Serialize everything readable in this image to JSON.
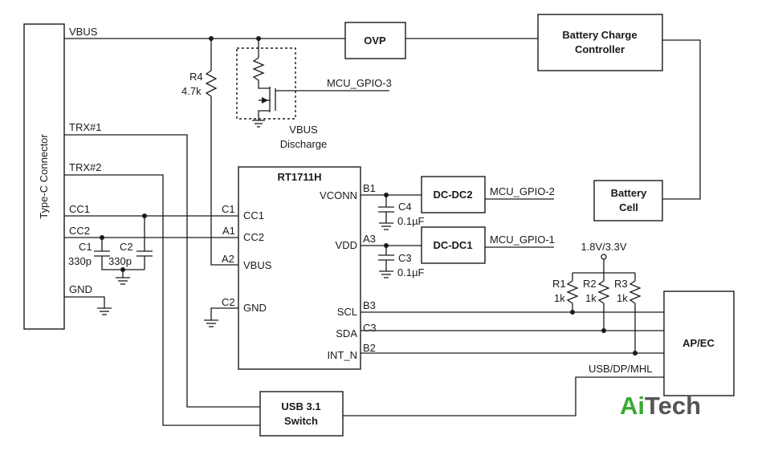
{
  "connector": {
    "label": "Type-C Connector"
  },
  "nets": {
    "vbus": "VBUS",
    "trx1": "TRX#1",
    "trx2": "TRX#2",
    "cc1": "CC1",
    "cc2": "CC2",
    "gnd": "GND",
    "mcu_gpio3": "MCU_GPIO-3",
    "mcu_gpio2": "MCU_GPIO-2",
    "mcu_gpio1": "MCU_GPIO-1",
    "supply": "1.8V/3.3V",
    "usb_dp_mhl": "USB/DP/MHL"
  },
  "blocks": {
    "ovp": "OVP",
    "charge_line1": "Battery Charge",
    "charge_line2": "Controller",
    "battery_line1": "Battery",
    "battery_line2": "Cell",
    "dcdc2": "DC-DC2",
    "dcdc1": "DC-DC1",
    "apec": "AP/EC",
    "usb_line1": "USB 3.1",
    "usb_line2": "Switch"
  },
  "discharge": {
    "line1": "VBUS",
    "line2": "Discharge"
  },
  "ic": {
    "name": "RT1711H",
    "pins_left": [
      {
        "pin": "C1",
        "name": "CC1"
      },
      {
        "pin": "A1",
        "name": "CC2"
      },
      {
        "pin": "A2",
        "name": "VBUS"
      },
      {
        "pin": "C2",
        "name": "GND"
      }
    ],
    "pins_right": [
      {
        "pin": "B1",
        "name": "VCONN"
      },
      {
        "pin": "A3",
        "name": "VDD"
      },
      {
        "pin": "B3",
        "name": "SCL"
      },
      {
        "pin": "C3",
        "name": "SDA"
      },
      {
        "pin": "B2",
        "name": "INT_N"
      }
    ]
  },
  "components": {
    "r4_name": "R4",
    "r4_value": "4.7k",
    "c1_name": "C1",
    "c1_value": "330p",
    "c2_name": "C2",
    "c2_value": "330p",
    "c4_name": "C4",
    "c4_value": "0.1µF",
    "c3_name": "C3",
    "c3_value": "0.1µF",
    "r1_name": "R1",
    "r1_value": "1k",
    "r2_name": "R2",
    "r2_value": "1k",
    "r3_name": "R3",
    "r3_value": "1k"
  },
  "logo": {
    "part1": "Ai",
    "part2": "Tech"
  },
  "colors": {
    "line": "#1a1a1a",
    "logo_green": "#3aa935",
    "logo_gray": "#555555"
  }
}
